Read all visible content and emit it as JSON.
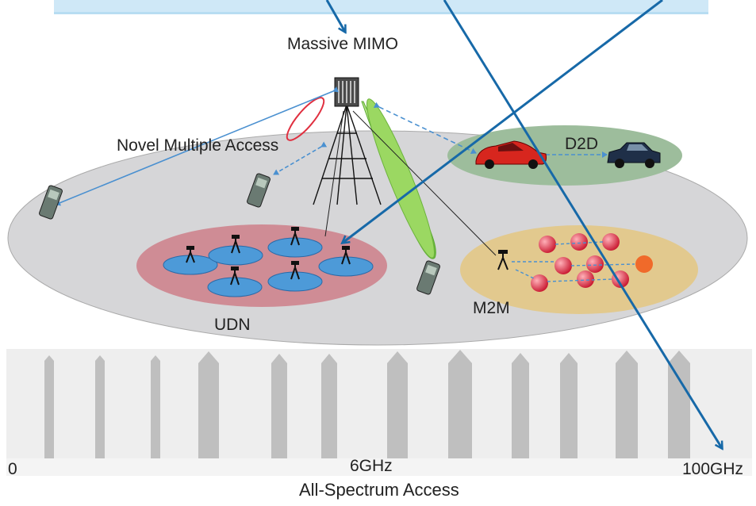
{
  "labels": {
    "massive_mimo": "Massive MIMO",
    "novel_multiple_access": "Novel Multiple Access",
    "d2d": "D2D",
    "udn": "UDN",
    "m2m": "M2M",
    "spectrum_start": "0",
    "spectrum_mid": "6GHz",
    "spectrum_end": "100GHz",
    "spectrum_title": "All-Spectrum Access"
  },
  "colors": {
    "main_ellipse": "#d6d6d8",
    "udn_zone": "#cf8c95",
    "d2d_zone": "#9dbd9c",
    "m2m_zone": "#e2c98e",
    "small_cell": "#4d9ad8",
    "beam": "#8fd15a",
    "arrow": "#1769a8",
    "top_banner": "#cfe8f7",
    "spectrum_band": "#bfbfbf",
    "m2m_node": "#e0243a",
    "car_red": "#d7261e",
    "car_dark": "#1f2f48"
  },
  "icons": [
    "tower-icon",
    "mimo-array-icon",
    "phone-icon",
    "small-cell-icon",
    "car-icon",
    "m2m-node-icon"
  ]
}
